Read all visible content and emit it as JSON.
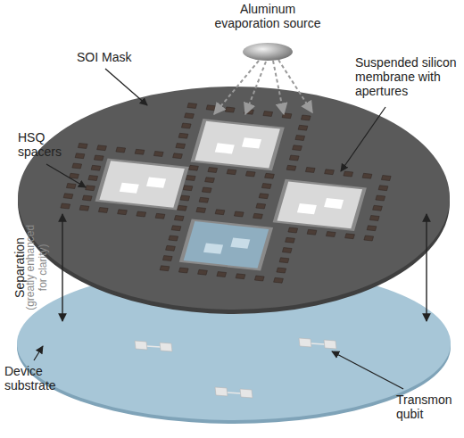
{
  "diagram": {
    "labels": [
      "Aluminum evaporation source",
      "SOI Mask",
      "HSQ spacers",
      "Suspended silicon membrane with apertures",
      "Separation",
      "(greatly enhanced for clarity)",
      "Device substrate",
      "Transmon qubit"
    ]
  }
}
